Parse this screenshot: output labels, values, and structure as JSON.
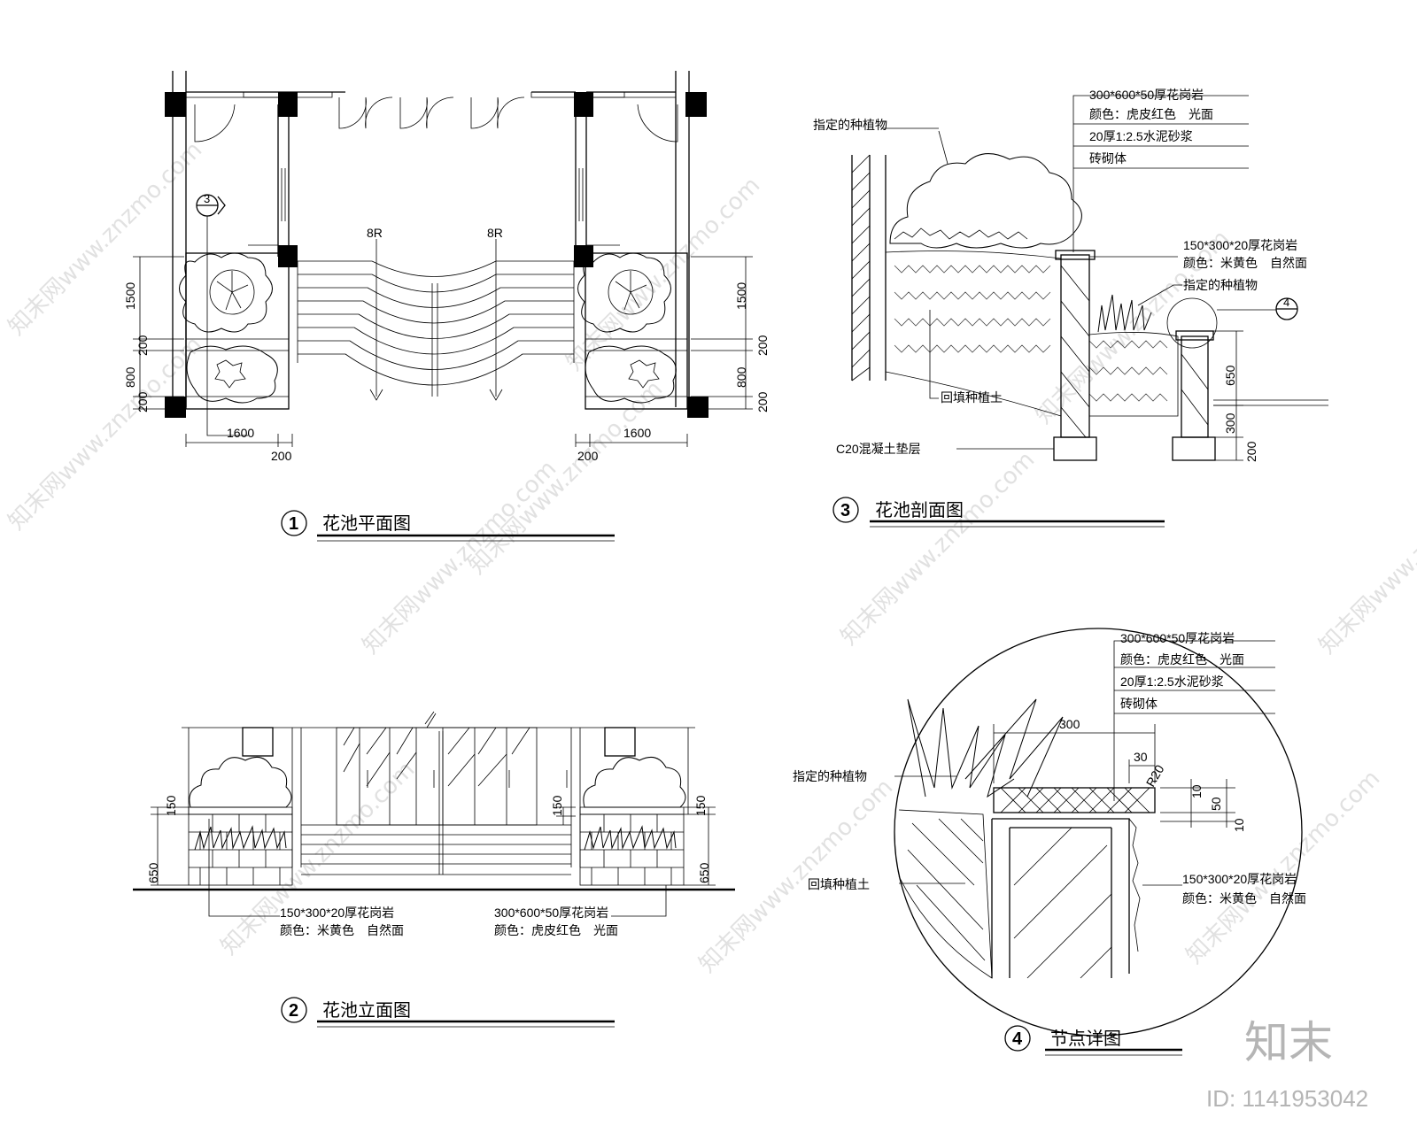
{
  "plan": {
    "title": "花池平面图",
    "number": "1",
    "dims": {
      "d1500": "1500",
      "d200": "200",
      "d800": "800",
      "d1600": "1600"
    },
    "steps": "8R",
    "section_marker": {
      "top": "3",
      "bottom": "—"
    }
  },
  "elevation": {
    "title": "花池立面图",
    "number": "2",
    "dims": {
      "d150": "150",
      "d650": "650"
    },
    "label_left": [
      "150*300*20厚花岗岩",
      "颜色：米黄色　自然面"
    ],
    "label_right": [
      "300*600*50厚花岗岩",
      "颜色：虎皮红色　光面"
    ]
  },
  "section": {
    "title": "花池剖面图",
    "number": "3",
    "top_labels": [
      "300*600*50厚花岗岩",
      "颜色：虎皮红色　光面",
      "20厚1:2.5水泥砂浆",
      "砖砌体"
    ],
    "plant_left": "指定的种植物",
    "right_labels": [
      "150*300*20厚花岗岩",
      "颜色：米黄色　自然面"
    ],
    "plant_right": "指定的种植物",
    "fill_soil": "回填种植土",
    "concrete": "C20混凝土垫层",
    "dims": {
      "d650": "650",
      "d300": "300",
      "d200": "200"
    },
    "detail_marker": {
      "top": "4",
      "bottom": "—"
    }
  },
  "detail": {
    "title": "节点详图",
    "number": "4",
    "top_labels": [
      "300*600*50厚花岗岩",
      "颜色：虎皮红色　光面",
      "20厚1:2.5水泥砂浆",
      "砖砌体"
    ],
    "plant": "指定的种植物",
    "fill_soil": "回填种植土",
    "right_labels": [
      "150*300*20厚花岗岩",
      "颜色：米黄色　自然面"
    ],
    "dims": {
      "d300": "300",
      "d30": "30",
      "r20": "R20",
      "d10a": "10",
      "d50": "50",
      "d10b": "10"
    }
  },
  "watermark": {
    "text": "知末网www.znzmo.com",
    "brand": "知末",
    "id": "ID: 1141953042"
  }
}
